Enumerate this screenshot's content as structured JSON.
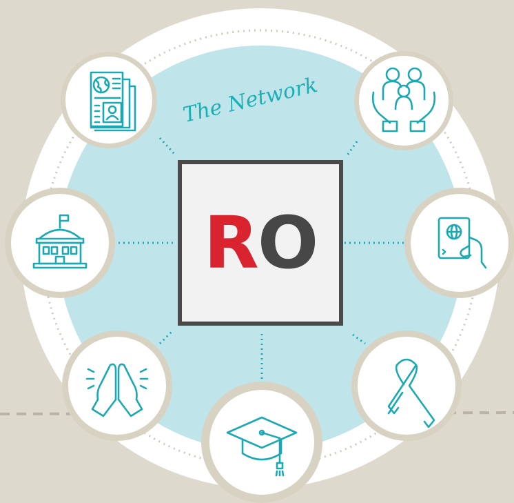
{
  "diagram": {
    "title": "The Network",
    "center_logo": {
      "letter_r": "R",
      "letter_o": "O",
      "color_r": "#d9232f",
      "color_o": "#474747"
    },
    "colors": {
      "background": "#ddd9cd",
      "ring": "#ffffff",
      "disc": "#bfe4ea",
      "icon": "#1aa9b3",
      "node_border": "#d8d2c3"
    },
    "nodes": [
      {
        "icon": "newspaper-icon"
      },
      {
        "icon": "family-care-icon"
      },
      {
        "icon": "government-building-icon"
      },
      {
        "icon": "passport-icon"
      },
      {
        "icon": "praying-hands-icon"
      },
      {
        "icon": "awareness-ribbon-icon"
      },
      {
        "icon": "graduation-cap-icon"
      }
    ]
  }
}
